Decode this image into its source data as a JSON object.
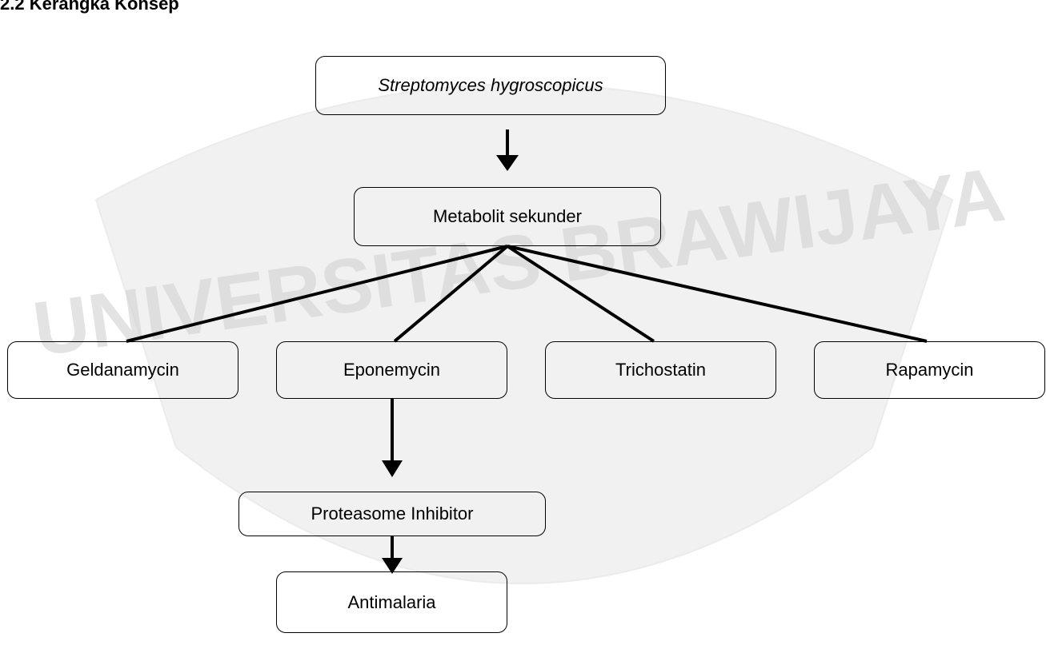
{
  "header": {
    "fragment": "2.2 Kerangka Konsep"
  },
  "nodes": {
    "root": "Streptomyces hygroscopicus",
    "secondary_metabolite": "Metabolit sekunder",
    "geldanamycin": "Geldanamycin",
    "eponemycin": "Eponemycin",
    "trichostatin": "Trichostatin",
    "rapamycin": "Rapamycin",
    "proteasome_inhibitor": "Proteasome Inhibitor",
    "antimalaria": "Antimalaria"
  },
  "watermark": {
    "text": "UNIVERSITAS BRAWIJAYA",
    "color": "#d9d9d9"
  },
  "edges": [
    {
      "from": "root",
      "to": "secondary_metabolite",
      "type": "arrow"
    },
    {
      "from": "secondary_metabolite",
      "to": "geldanamycin",
      "type": "line"
    },
    {
      "from": "secondary_metabolite",
      "to": "eponemycin",
      "type": "line"
    },
    {
      "from": "secondary_metabolite",
      "to": "trichostatin",
      "type": "line"
    },
    {
      "from": "secondary_metabolite",
      "to": "rapamycin",
      "type": "line"
    },
    {
      "from": "eponemycin",
      "to": "proteasome_inhibitor",
      "type": "arrow"
    },
    {
      "from": "proteasome_inhibitor",
      "to": "antimalaria",
      "type": "arrow"
    }
  ]
}
